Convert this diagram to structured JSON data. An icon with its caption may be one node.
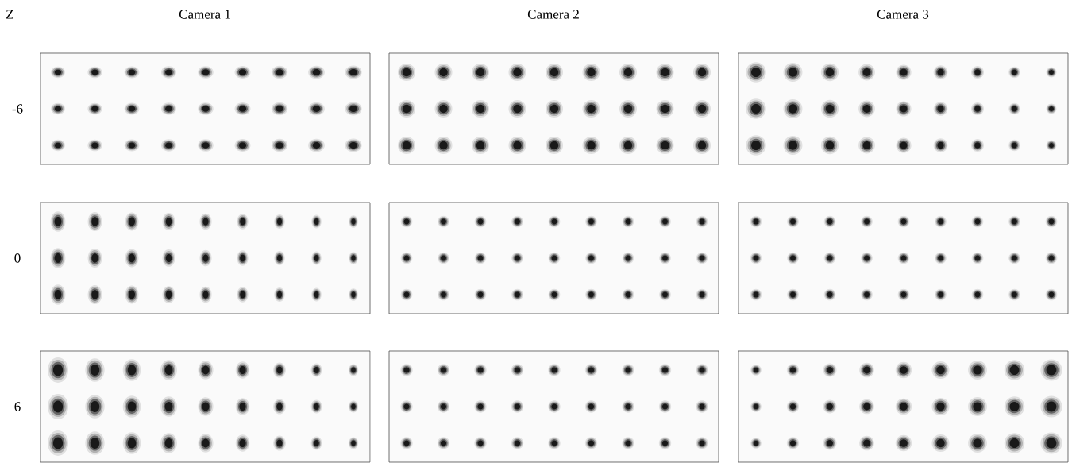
{
  "diagram": {
    "labels": [
      "Z",
      "Camera 1",
      "Camera 2",
      "Camera 3",
      "-6",
      "0",
      "6"
    ]
  }
}
